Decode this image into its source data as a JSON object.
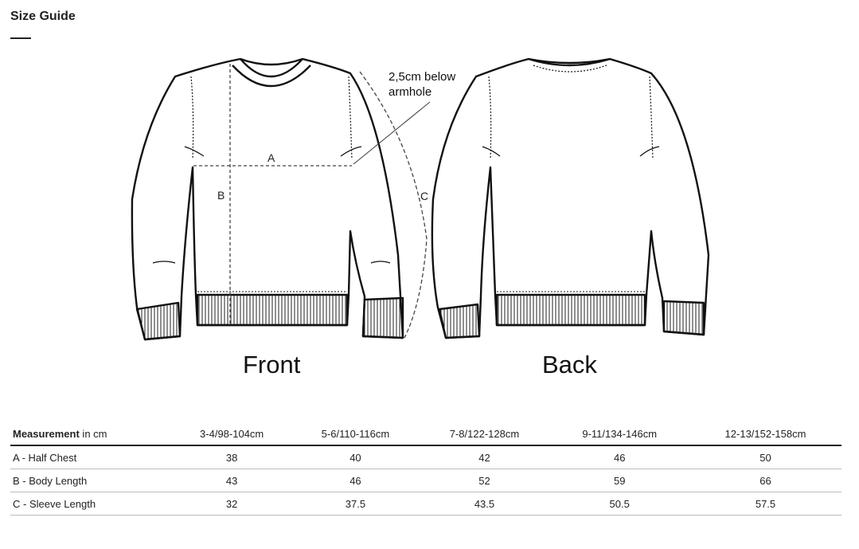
{
  "header": {
    "title": "Size Guide"
  },
  "figure": {
    "front_label": "Front",
    "back_label": "Back",
    "note": "2,5cm below armhole",
    "dim_a": "A",
    "dim_b": "B",
    "dim_c": "C"
  },
  "table": {
    "measurement_bold": "Measurement",
    "measurement_unit": " in cm",
    "sizes": [
      "3-4/98-104cm",
      "5-6/110-116cm",
      "7-8/122-128cm",
      "9-11/134-146cm",
      "12-13/152-158cm"
    ],
    "rows": [
      {
        "label": "A - Half Chest",
        "values": [
          "38",
          "40",
          "42",
          "46",
          "50"
        ]
      },
      {
        "label": "B - Body Length",
        "values": [
          "43",
          "46",
          "52",
          "59",
          "66"
        ]
      },
      {
        "label": "C - Sleeve Length",
        "values": [
          "32",
          "37.5",
          "43.5",
          "50.5",
          "57.5"
        ]
      }
    ]
  }
}
